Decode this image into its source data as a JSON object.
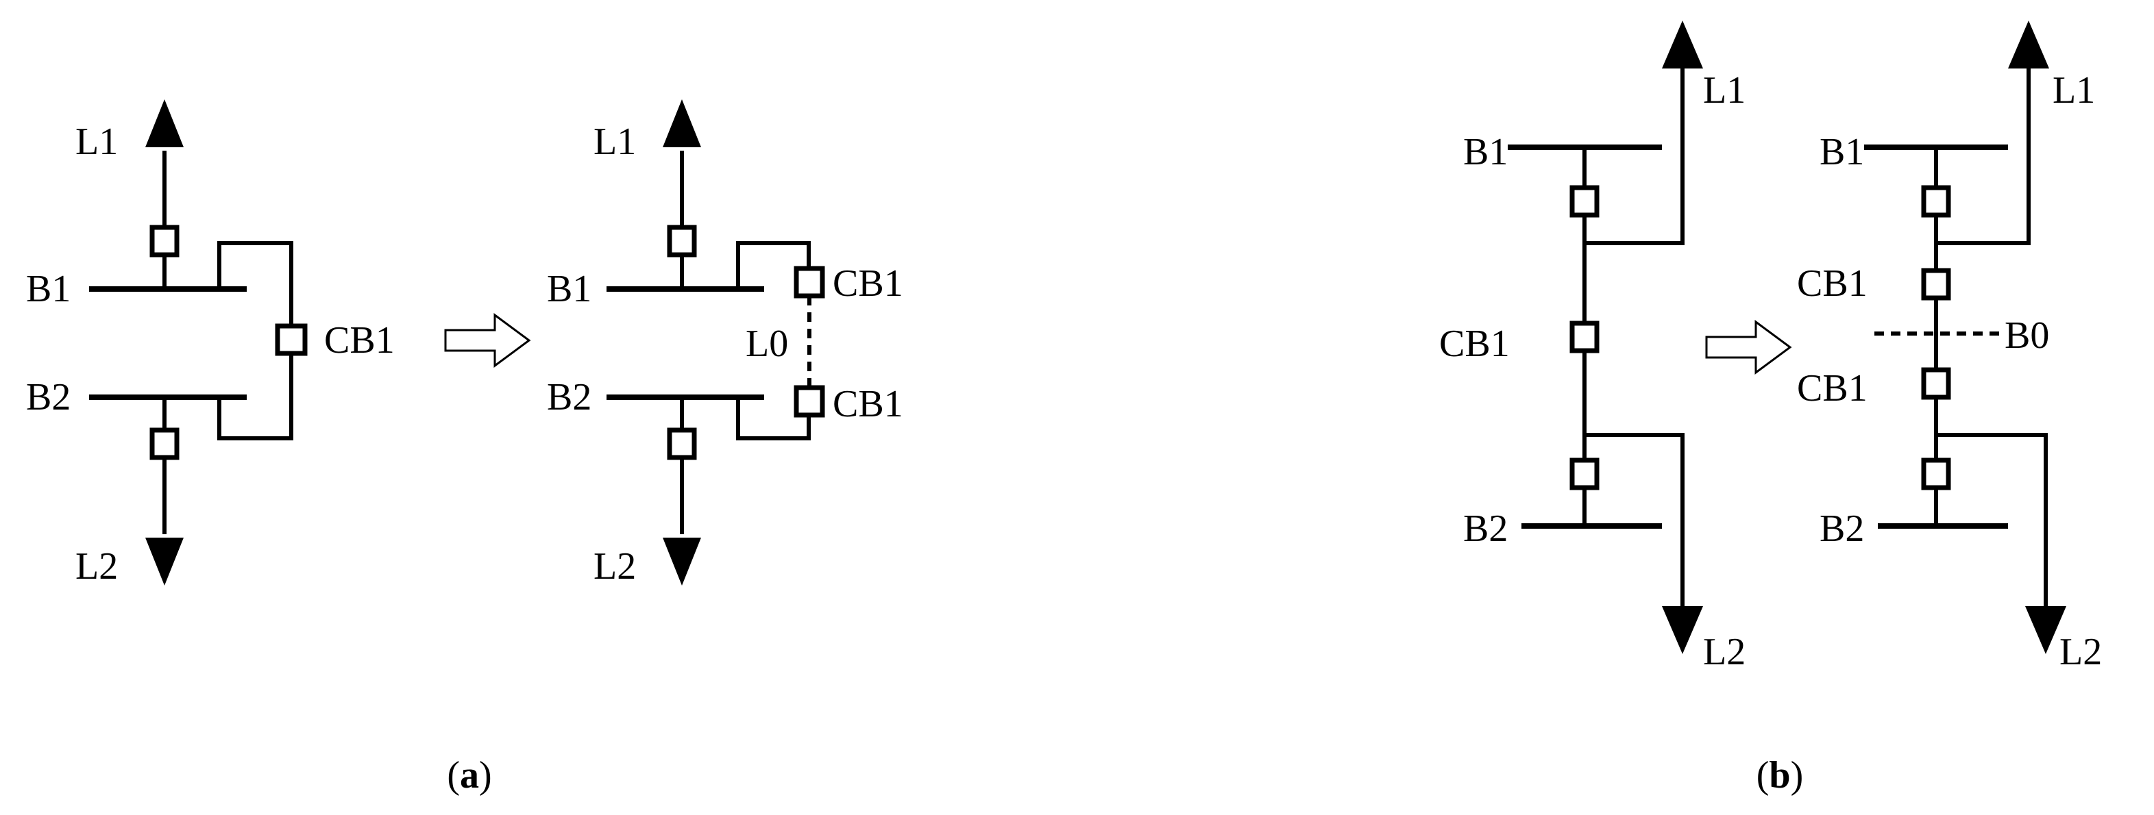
{
  "labels": {
    "L1": "L1",
    "L2": "L2",
    "L0": "L0",
    "B1": "B1",
    "B2": "B2",
    "B0": "B0",
    "CB1": "CB1"
  },
  "captions": {
    "a_open": "(",
    "a_letter": "a",
    "a_close": ")",
    "b_open": "(",
    "b_letter": "b",
    "b_close": ")"
  }
}
